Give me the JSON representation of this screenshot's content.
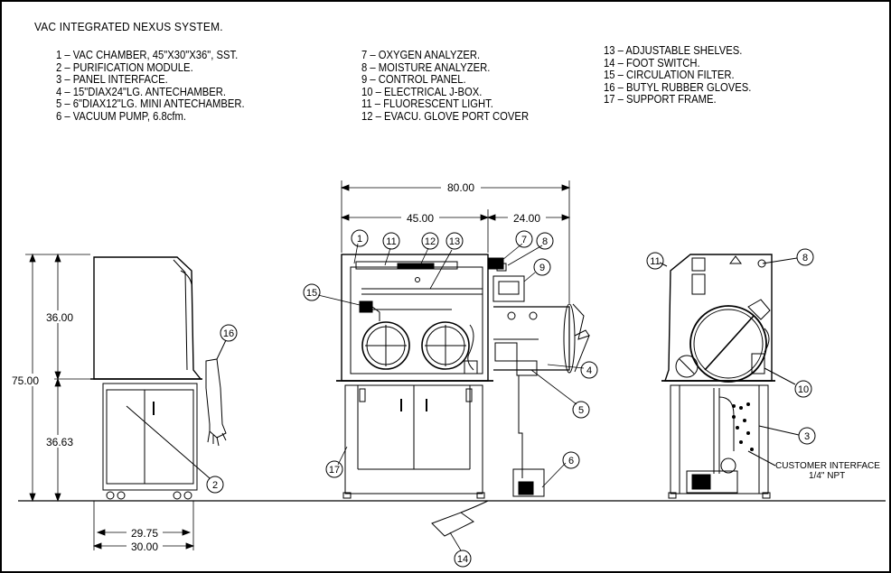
{
  "title": "VAC INTEGRATED NEXUS SYSTEM.",
  "legend": {
    "col1": [
      "1  –  VAC CHAMBER, 45\"X30\"X36\", SST.",
      "2  –  PURIFICATION  MODULE.",
      "3  –  PANEL INTERFACE.",
      "4  –  15\"DIAX24\"LG. ANTECHAMBER.",
      "5  –  6\"DIAX12\"LG. MINI ANTECHAMBER.",
      "6  –  VACUUM PUMP, 6.8cfm."
    ],
    "col2": [
      "7  –  OXYGEN ANALYZER.",
      "8  –  MOISTURE ANALYZER.",
      "9  –  CONTROL PANEL.",
      "10  –  ELECTRICAL J-BOX.",
      "11  –  FLUORESCENT LIGHT.",
      "12  –  EVACU. GLOVE PORT COVER"
    ],
    "col3": [
      "13  –  ADJUSTABLE SHELVES.",
      "14  –  FOOT SWITCH.",
      "15  –  CIRCULATION FILTER.",
      "16  –  BUTYL RUBBER GLOVES.",
      "17  –  SUPPORT FRAME."
    ]
  },
  "dimensions": {
    "overall_width": "80.00",
    "chamber_width": "45.00",
    "antechamber_length": "24.00",
    "chamber_height": "36.00",
    "total_height": "75.00",
    "stand_height": "36.63",
    "depth_inner": "29.75",
    "depth_outer": "30.00"
  },
  "callouts": {
    "c1": "1",
    "c2": "2",
    "c3": "3",
    "c4": "4",
    "c5": "5",
    "c6": "6",
    "c7": "7",
    "c8": "8",
    "c8r": "8",
    "c9": "9",
    "c10": "10",
    "c11": "11",
    "c11r": "11",
    "c12": "12",
    "c13": "13",
    "c14": "14",
    "c15": "15",
    "c16": "16",
    "c17": "17"
  },
  "customer_interface": {
    "line1": "CUSTOMER INTERFACE",
    "line2": "1/4\" NPT"
  }
}
